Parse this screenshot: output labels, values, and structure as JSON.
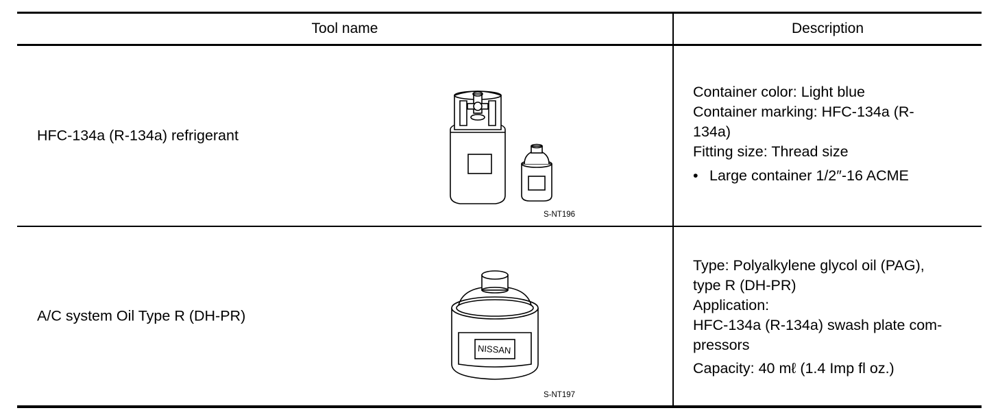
{
  "header": {
    "tool_col": "Tool name",
    "desc_col": "Description"
  },
  "rows": [
    {
      "tool_name": "HFC-134a (R-134a) refrigerant",
      "figure_code": "S-NT196",
      "desc_lines": [
        "Container color: Light blue",
        "Container marking: HFC-134a (R-",
        "134a)",
        "Fitting size: Thread size"
      ],
      "bullet_mark": "•",
      "bullet_text": "Large container 1/2″-16 ACME"
    },
    {
      "tool_name": "A/C system Oil Type R (DH-PR)",
      "figure_code": "S-NT197",
      "figure_label": "NISSAN",
      "desc_lines": [
        "Type: Polyalkylene glycol oil (PAG),",
        "type R (DH-PR)",
        "Application:",
        "HFC-134a (R-134a) swash plate com-",
        "pressors"
      ],
      "capacity_line": "Capacity: 40 mℓ  (1.4 Imp fl oz.)"
    }
  ]
}
